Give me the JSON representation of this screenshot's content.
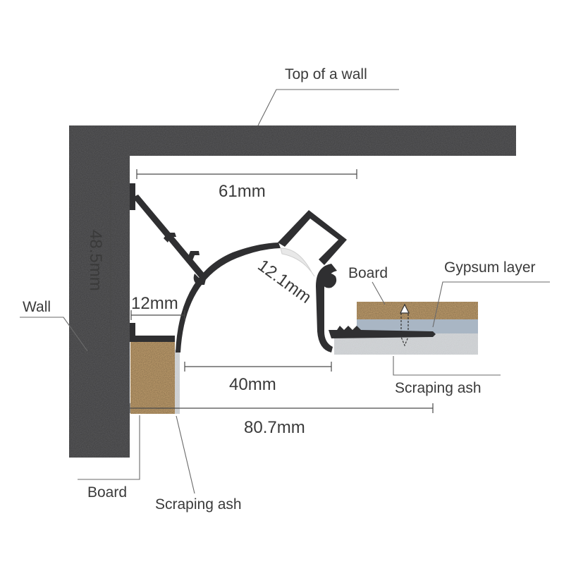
{
  "labels": {
    "top_of_wall": "Top of a wall",
    "wall": "Wall",
    "board_left": "Board",
    "scraping_ash_left": "Scraping ash",
    "board_right": "Board",
    "gypsum_layer": "Gypsum layer",
    "scraping_ash_right": "Scraping ash"
  },
  "dimensions": {
    "width_61": "61mm",
    "height_48_5": "48.5mm",
    "width_12": "12mm",
    "opening_12_1": "12.1mm",
    "width_40": "40mm",
    "width_80_7": "80.7mm"
  },
  "colors": {
    "concrete": "#5c5c5e",
    "profile": "#2f2f31",
    "board": "#c9a572",
    "gypsum": "#a9b6c4",
    "scraping_ash": "#d6d9dc",
    "diffuser": "#e8e8e8"
  }
}
